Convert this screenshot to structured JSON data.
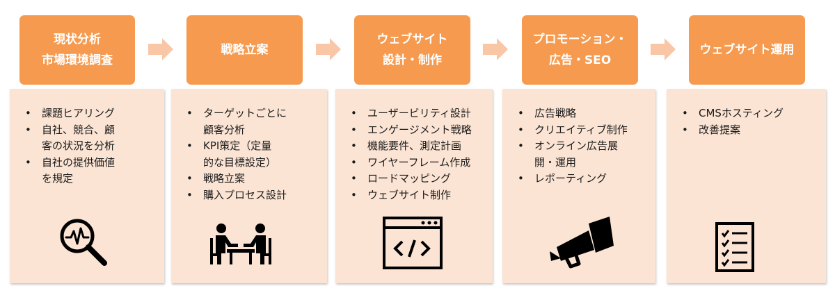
{
  "colors": {
    "accent": "#F59A4E",
    "arrow": "#F9C6A6",
    "card_bg": "#FBE4D4",
    "icon": "#000000"
  },
  "steps": [
    {
      "title_lines": [
        "現状分析",
        "市場環境調査"
      ],
      "bullets": [
        [
          "課題ヒアリング"
        ],
        [
          "自社、競合、顧",
          "客の状況を分析"
        ],
        [
          "自社の提供価値",
          "を規定"
        ]
      ],
      "icon": "analysis-magnifier-icon"
    },
    {
      "title_lines": [
        "戦略立案"
      ],
      "bullets": [
        [
          "ターゲットごとに",
          "顧客分析"
        ],
        [
          "KPI策定（定量",
          "的な目標設定）"
        ],
        [
          "戦略立案"
        ],
        [
          "購入プロセス設計"
        ]
      ],
      "icon": "meeting-people-icon"
    },
    {
      "title_lines": [
        "ウェブサイト",
        "設計・制作"
      ],
      "bullets": [
        [
          "ユーザービリティ設計"
        ],
        [
          "エンゲージメント戦略"
        ],
        [
          "機能要件、測定計画"
        ],
        [
          "ワイヤーフレーム作成"
        ],
        [
          "ロードマッピング"
        ],
        [
          "ウェブサイト制作"
        ]
      ],
      "icon": "code-window-icon"
    },
    {
      "title_lines": [
        "プロモーション・",
        "広告・SEO"
      ],
      "bullets": [
        [
          "広告戦略"
        ],
        [
          "クリエイティブ制作"
        ],
        [
          "オンライン広告展",
          "開・運用"
        ],
        [
          "レポーティング"
        ]
      ],
      "icon": "megaphone-icon"
    },
    {
      "title_lines": [
        "ウェブサイト運用"
      ],
      "bullets": [
        [
          "CMSホスティング"
        ],
        [
          "改善提案"
        ]
      ],
      "icon": "checklist-icon"
    }
  ]
}
